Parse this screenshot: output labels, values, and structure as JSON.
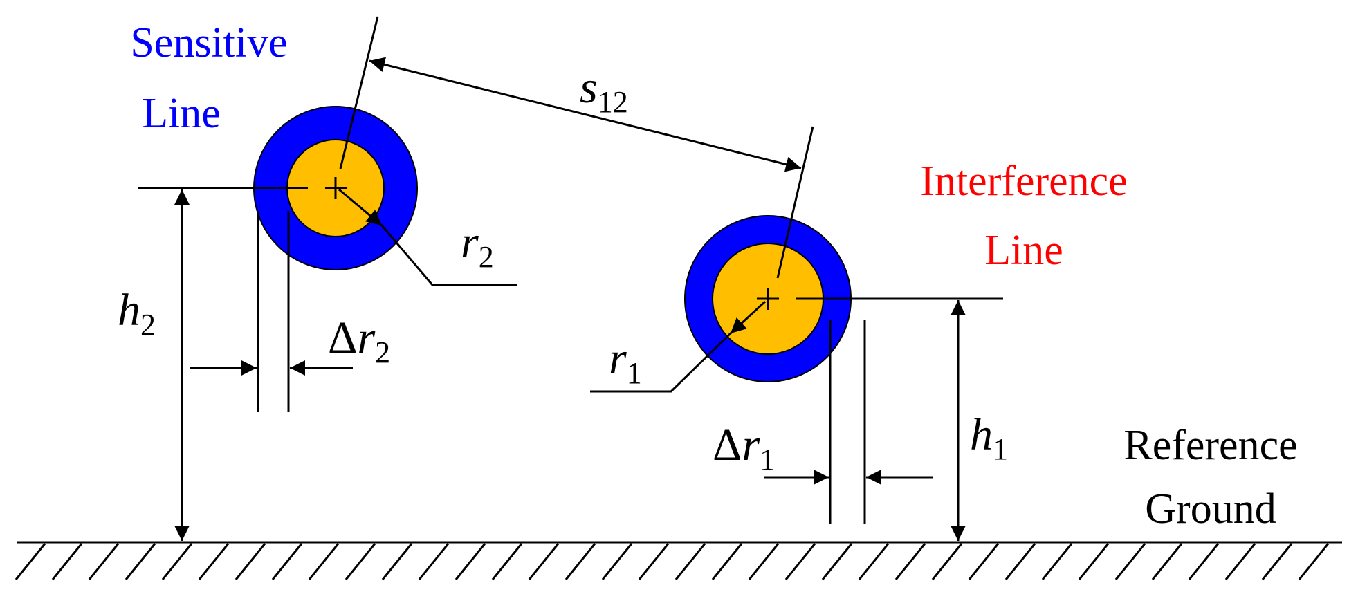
{
  "labels": {
    "sensitive_line_1": "Sensitive",
    "sensitive_line_2": "Line",
    "interference_line_1": "Interference",
    "interference_line_2": "Line",
    "reference_1": "Reference",
    "reference_2": "Ground"
  },
  "symbols": {
    "s12": {
      "base": "s",
      "sub": "12"
    },
    "r2": {
      "base": "r",
      "sub": "2"
    },
    "r1": {
      "base": "r",
      "sub": "1"
    },
    "h2": {
      "base": "h",
      "sub": "2"
    },
    "h1": {
      "base": "h",
      "sub": "1"
    },
    "dr2": {
      "delta": "Δ",
      "base": "r",
      "sub": "2"
    },
    "dr1": {
      "delta": "Δ",
      "base": "r",
      "sub": "1"
    }
  },
  "colors": {
    "insulation": "#0000ff",
    "conductor": "#ffbf00",
    "sensitive_text": "#0000ff",
    "interference_text": "#ff0000",
    "ink": "#000000"
  }
}
